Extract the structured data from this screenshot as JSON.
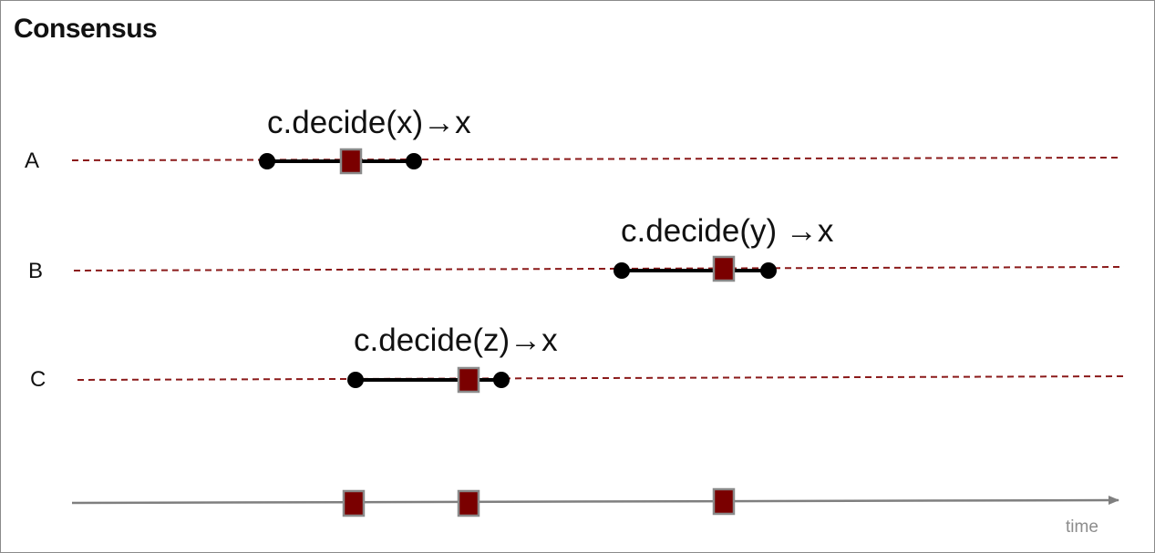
{
  "title": "Consensus",
  "processes": [
    {
      "label": "A",
      "operation": "c.decide(x)→x"
    },
    {
      "label": "B",
      "operation": "c.decide(y) →x"
    },
    {
      "label": "C",
      "operation": "c.decide(z)→x"
    }
  ],
  "timeline": {
    "label": "time"
  },
  "colors": {
    "dashed_line": "#8b1a1a",
    "marker_fill": "#7a0000",
    "marker_border": "#8a8a8a",
    "interval": "#000000",
    "time_axis": "#7f7f7f"
  }
}
